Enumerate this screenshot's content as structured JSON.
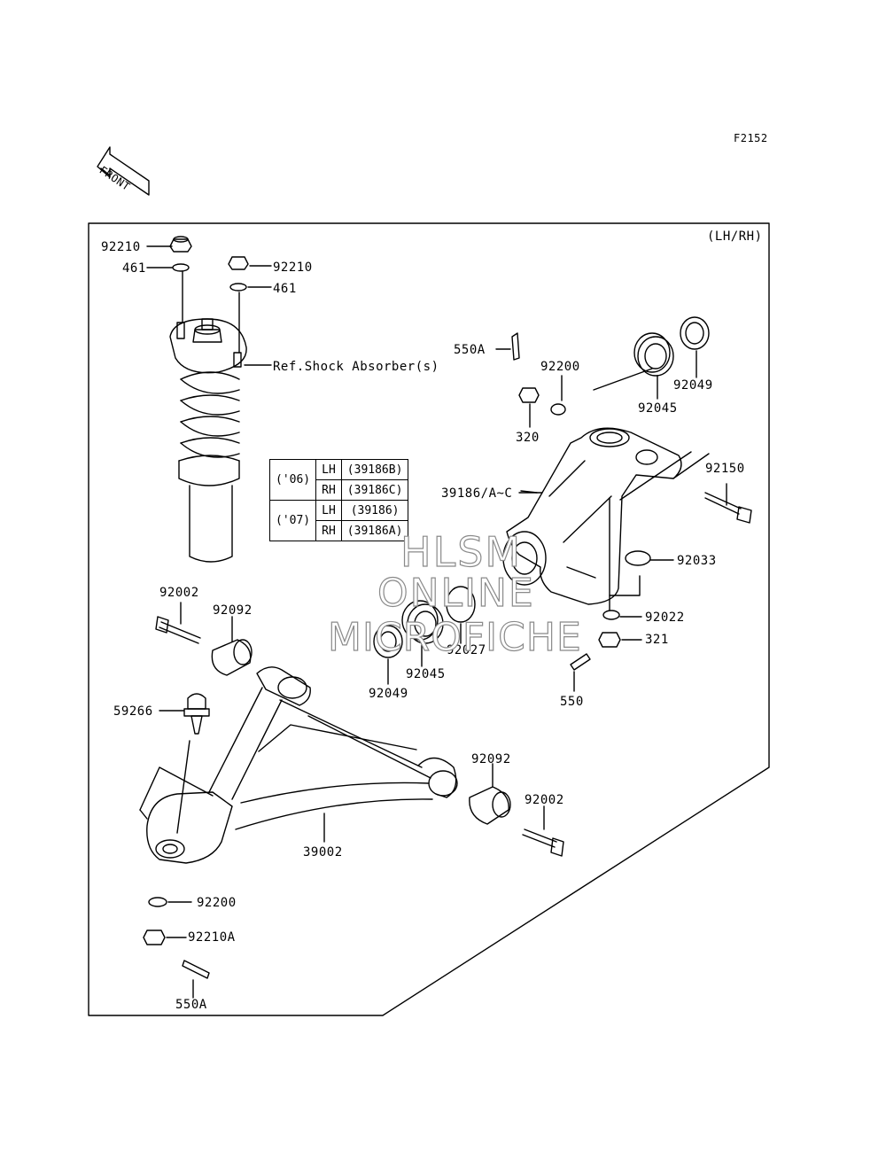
{
  "figure_code": "F2152",
  "front_label": "FRONT",
  "variant_note": "(LH/RH)",
  "watermark": {
    "line1": "HLSM",
    "line2": "ONLINE",
    "line3": "MICROFICHE"
  },
  "model_table": {
    "rows": [
      {
        "year": "('06)",
        "side": "LH",
        "part": "(39186B)"
      },
      {
        "year": "",
        "side": "RH",
        "part": "(39186C)"
      },
      {
        "year": "('07)",
        "side": "LH",
        "part": "(39186)"
      },
      {
        "year": "",
        "side": "RH",
        "part": "(39186A)"
      }
    ]
  },
  "callouts": {
    "c92210_top": "92210",
    "c461_top": "461",
    "c92210_b": "92210",
    "c461_b": "461",
    "ref_shock": "Ref.Shock Absorber(s)",
    "c550A_top": "550A",
    "c92200_top": "92200",
    "c320": "320",
    "c92049_top": "92049",
    "c92045_top": "92045",
    "c92150": "92150",
    "c39186": "39186/A~C",
    "c92033": "92033",
    "c92022": "92022",
    "c321": "321",
    "c550": "550",
    "c92027": "92027",
    "c92045_low": "92045",
    "c92049_low": "92049",
    "c92002_a": "92002",
    "c92092_a": "92092",
    "c59266": "59266",
    "c92092_b": "92092",
    "c92002_b": "92002",
    "c39002": "39002",
    "c92200_low": "92200",
    "c92210A": "92210A",
    "c550A_low": "550A"
  }
}
